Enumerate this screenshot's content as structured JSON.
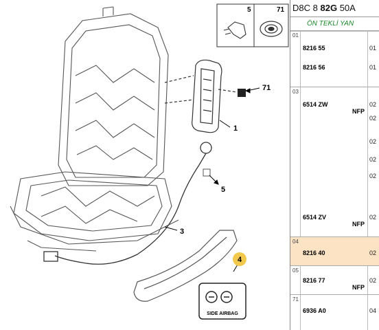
{
  "diagram": {
    "thumbs": [
      {
        "num": "5"
      },
      {
        "num": "71"
      }
    ],
    "callouts": [
      "1",
      "3",
      "4",
      "5",
      "71"
    ],
    "badge_text": "SIDE AIRBAG"
  },
  "header": {
    "code_a": "D8C 8",
    "code_b": "82G",
    "code_c": "50A",
    "subtitle": "ÖN TEKLİ YAN"
  },
  "groups": [
    {
      "no": "01",
      "highlight": false,
      "rows": [
        {
          "pn": "8216 55",
          "nfp": "",
          "qty": "01"
        },
        {
          "pn": "8216 56",
          "nfp": "",
          "qty": "01"
        }
      ]
    },
    {
      "no": "03",
      "highlight": false,
      "rows": [
        {
          "pn": "6514 ZW",
          "nfp": "NFP",
          "qty": "02"
        },
        {
          "pn": "",
          "nfp": "",
          "qty": "02"
        },
        {
          "pn": "",
          "nfp": "",
          "qty": "02"
        },
        {
          "pn": "",
          "nfp": "",
          "qty": "02"
        },
        {
          "pn": "",
          "nfp": "",
          "qty": "02"
        },
        {
          "pn": "6514 ZV",
          "nfp": "NFP",
          "qty": "02"
        }
      ]
    },
    {
      "no": "04",
      "highlight": true,
      "rows": [
        {
          "pn": "8216 40",
          "nfp": "",
          "qty": "02"
        }
      ]
    },
    {
      "no": "05",
      "highlight": false,
      "rows": [
        {
          "pn": "8216 77",
          "nfp": "NFP",
          "qty": "02"
        }
      ]
    },
    {
      "no": "71",
      "highlight": false,
      "rows": [
        {
          "pn": "6936 A0",
          "nfp": "",
          "qty": "04"
        }
      ]
    }
  ]
}
